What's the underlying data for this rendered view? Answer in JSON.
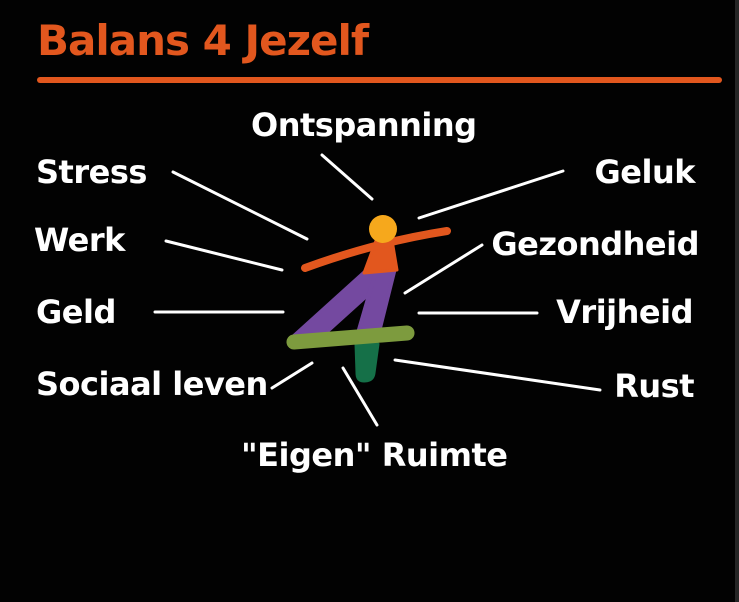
{
  "title": {
    "text": "Balans 4 Jezelf"
  },
  "colors": {
    "background": "#020202",
    "accent_orange": "#E2571E",
    "label_white": "#FFFFFF",
    "head_yellow": "#F6A81C",
    "body_purple": "#7449A0",
    "bar_olive": "#7D9B3E",
    "leg_green": "#157048"
  },
  "labels": [
    {
      "id": "ontspanning",
      "text": "Ontspanning"
    },
    {
      "id": "stress",
      "text": "Stress"
    },
    {
      "id": "geluk",
      "text": "Geluk"
    },
    {
      "id": "werk",
      "text": "Werk"
    },
    {
      "id": "gezondheid",
      "text": "Gezondheid"
    },
    {
      "id": "geld",
      "text": "Geld"
    },
    {
      "id": "vrijheid",
      "text": "Vrijheid"
    },
    {
      "id": "sociaal_leven",
      "text": "Sociaal leven"
    },
    {
      "id": "rust",
      "text": "Rust"
    },
    {
      "id": "eigen_ruimte",
      "text": "\"Eigen\" Ruimte"
    }
  ],
  "figure": {
    "name": "balans-4-person-logo"
  }
}
